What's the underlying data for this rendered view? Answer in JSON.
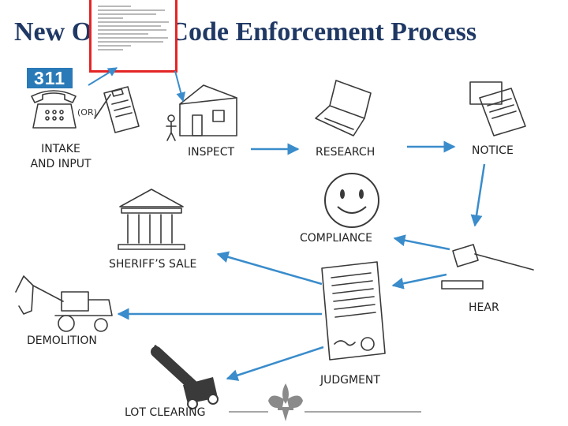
{
  "title": "New Orleans Code Enforcement Process",
  "badge": "311",
  "or_text": "(OR)",
  "steps": {
    "intake_line1": "INTAKE",
    "intake_line2": "AND INPUT",
    "inspect": "INSPECT",
    "research": "RESEARCH",
    "notice": "NOTICE",
    "compliance": "COMPLIANCE",
    "sheriffs_sale": "SHERIFF’S SALE",
    "hear": "HEAR",
    "demolition": "DEMOLITION",
    "judgment": "JUDGMENT",
    "lot_clearing": "LOT CLEARING"
  },
  "colors": {
    "title": "#1f3864",
    "arrow": "#3a8ccb",
    "badge": "#2a7ab8",
    "letter_border": "#e32626"
  },
  "icons": [
    "telephone-icon",
    "clipboard-icon",
    "house-icon",
    "inspector-person-icon",
    "laptop-icon",
    "notice-letter-icon",
    "smiley-face-icon",
    "courthouse-icon",
    "gavel-icon",
    "judgment-document-icon",
    "backhoe-icon",
    "lawn-mower-icon",
    "fleur-de-lis-icon"
  ]
}
